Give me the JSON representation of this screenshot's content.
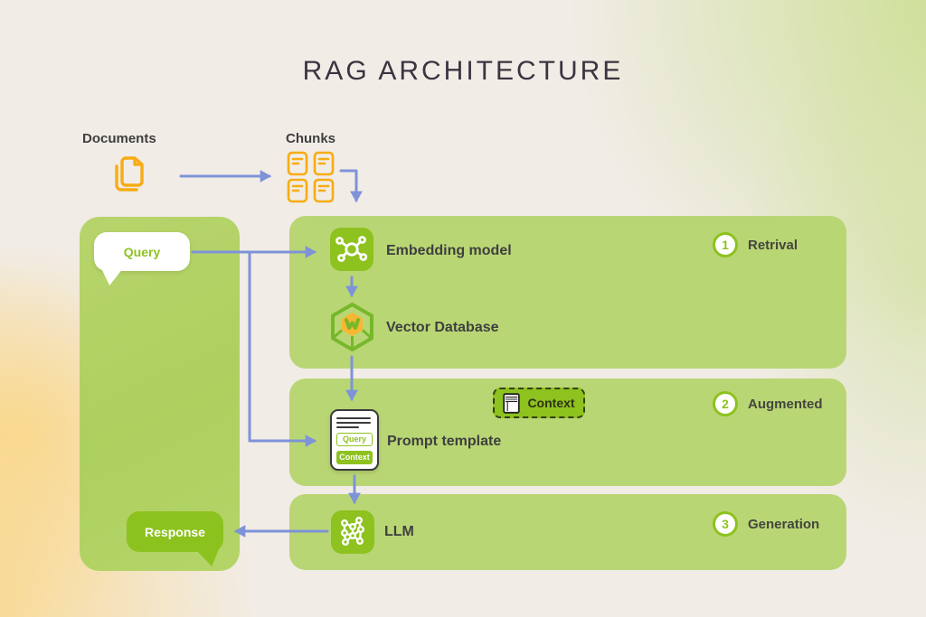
{
  "title": "RAG ARCHITECTURE",
  "flow": {
    "documents_label": "Documents",
    "chunks_label": "Chunks"
  },
  "left_panel": {
    "query_label": "Query",
    "response_label": "Response"
  },
  "nodes": {
    "embedding": "Embedding model",
    "vector_db": "Vector Database",
    "prompt_template": "Prompt template",
    "llm": "LLM"
  },
  "stages": [
    {
      "number": "1",
      "name": "Retrival"
    },
    {
      "number": "2",
      "name": "Augmented"
    },
    {
      "number": "3",
      "name": "Generation"
    }
  ],
  "context_badge_label": "Context",
  "prompt_card": {
    "query_chip": "Query",
    "context_chip": "Context"
  },
  "icons": {
    "documents": "stacked-documents-icon",
    "chunks": "document-chunks-icon",
    "embedding": "network-hub-icon",
    "vector_db": "hexagon-database-icon",
    "context": "note-icon",
    "llm": "neural-network-icon"
  },
  "colors": {
    "accent_green": "#8dc21f",
    "panel_green": "#b9d675",
    "left_panel_green": "#aed05f",
    "arrow_blue": "#7e93d8",
    "doc_orange": "#f7ac14",
    "title_text": "#3a3540",
    "label_text": "#3f3f3f",
    "bg_cream": "#f1ece6",
    "bg_yellow": "#fbd687",
    "bg_green": "#cade8f"
  }
}
